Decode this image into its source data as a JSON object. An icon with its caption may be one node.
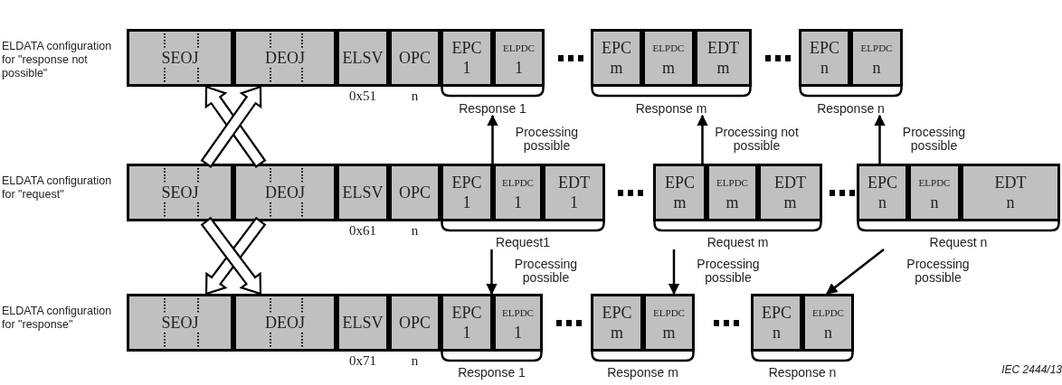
{
  "diagram": {
    "nodes": [
      {
        "text": [
          "SEOJ"
        ]
      },
      {
        "text": [
          "DEOJ"
        ]
      },
      {
        "text": [
          "ELSV"
        ],
        "beside": [
          "0x51"
        ]
      },
      {
        "text": [
          "OPC"
        ],
        "beside": [
          "n"
        ]
      },
      {
        "text": [
          "Response 1"
        ]
      },
      {
        "text": [
          "EPC",
          "1"
        ],
        "in": 4
      },
      {
        "text": [
          "ELPDC",
          "1"
        ],
        "in": 4
      },
      {
        "text": [
          "Response m"
        ]
      },
      {
        "text": [
          "EPC",
          "m"
        ],
        "in": 7
      },
      {
        "text": [
          "ELPDC",
          "m"
        ],
        "in": 7
      },
      {
        "text": [
          "EDT",
          "m"
        ],
        "in": 7
      },
      {
        "text": [
          "Response n"
        ]
      },
      {
        "text": [
          "EPC",
          "n"
        ],
        "in": 11
      },
      {
        "text": [
          "ELPDC",
          "n"
        ],
        "in": 11
      },
      {
        "text": [
          "SEOJ"
        ]
      },
      {
        "text": [
          "DEOJ"
        ]
      },
      {
        "text": [
          "ELSV"
        ],
        "beside": [
          "0x61"
        ]
      },
      {
        "text": [
          "OPC"
        ],
        "beside": [
          "n"
        ]
      },
      {
        "text": [
          "Request1"
        ]
      },
      {
        "text": [
          "EPC",
          "1"
        ],
        "in": 18
      },
      {
        "text": [
          "ELPDC",
          "1"
        ],
        "in": 18
      },
      {
        "text": [
          "EDT",
          "1"
        ],
        "in": 18
      },
      {
        "text": [
          "Request m"
        ]
      },
      {
        "text": [
          "EPC",
          "m"
        ],
        "in": 22
      },
      {
        "text": [
          "ELPDC",
          "m"
        ],
        "in": 22
      },
      {
        "text": [
          "EDT",
          "m"
        ],
        "in": 22
      },
      {
        "text": [
          "Request n"
        ]
      },
      {
        "text": [
          "EPC",
          "n"
        ],
        "in": 26
      },
      {
        "text": [
          "ELPDC",
          "n"
        ],
        "in": 26
      },
      {
        "text": [
          "EDT",
          "n"
        ],
        "in": 26
      },
      {
        "text": [
          "SEOJ"
        ]
      },
      {
        "text": [
          "DEOJ"
        ]
      },
      {
        "text": [
          "ELSV"
        ],
        "beside": [
          "0x71"
        ]
      },
      {
        "text": [
          "OPC"
        ],
        "beside": [
          "n"
        ]
      },
      {
        "text": [
          "Response 1"
        ]
      },
      {
        "text": [
          "EPC",
          "1"
        ],
        "in": 34
      },
      {
        "text": [
          "ELPDC",
          "1"
        ],
        "in": 34
      },
      {
        "text": [
          "Response m"
        ]
      },
      {
        "text": [
          "EPC",
          "m"
        ],
        "in": 37
      },
      {
        "text": [
          "ELPDC",
          "m"
        ],
        "in": 37
      },
      {
        "text": [
          "Response n"
        ]
      },
      {
        "text": [
          "EPC",
          "n"
        ],
        "in": 40
      },
      {
        "text": [
          "ELPDC",
          "n"
        ],
        "in": 40
      }
    ],
    "edges": [
      {
        "from": 15,
        "to": 0,
        "arrow": "to"
      },
      {
        "from": 14,
        "to": 1,
        "arrow": "to"
      },
      {
        "from": 15,
        "to": 30,
        "arrow": "to"
      },
      {
        "from": 14,
        "to": 31,
        "arrow": "to"
      },
      {
        "from": 18,
        "to": 4,
        "arrow": "to",
        "label": "Processing possible"
      },
      {
        "from": 22,
        "to": 7,
        "arrow": "to",
        "label": "Processing not possible"
      },
      {
        "from": 26,
        "to": 11,
        "arrow": "to",
        "label": "Processing possible"
      },
      {
        "from": 18,
        "to": 34,
        "arrow": "to",
        "label": "Processing possible"
      },
      {
        "from": 22,
        "to": 37,
        "arrow": "to",
        "label": "Processing possible"
      },
      {
        "from": 26,
        "to": 40,
        "arrow": "to",
        "label": "Processing possible"
      }
    ],
    "labels": [
      "ELDATA configuration for \"response not possible\"",
      "ELDATA configuration for \"request\"",
      "ELDATA configuration for \"response\"",
      "IEC 2444/13"
    ]
  }
}
